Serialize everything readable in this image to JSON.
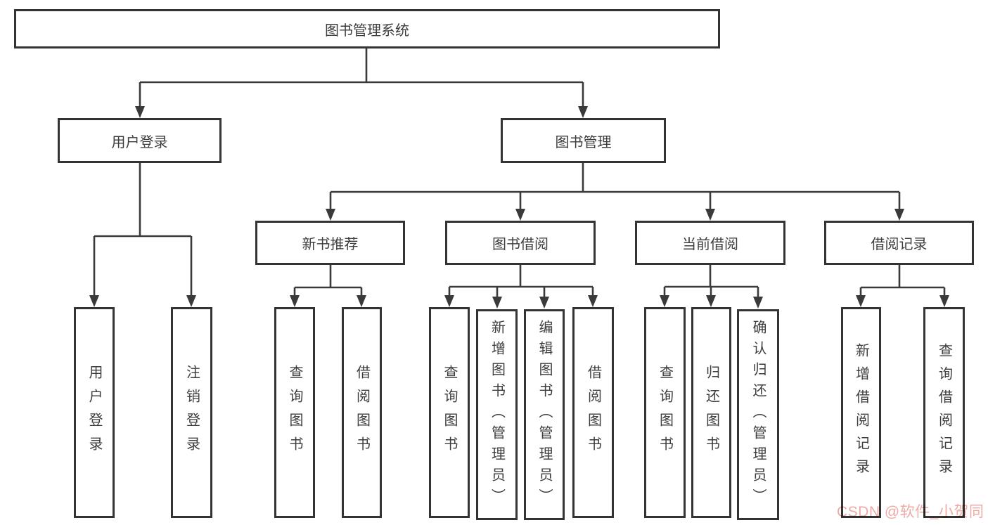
{
  "diagram_title": "图书管理系统",
  "nodes": {
    "root": "图书管理系统",
    "user_login": "用户登录",
    "book_mgmt": "图书管理",
    "new_book_rec": "新书推荐",
    "book_borrow": "图书借阅",
    "current_borrow": "当前借阅",
    "borrow_records": "借阅记录",
    "v_user_login": "用户登录",
    "v_logout": "注销登录",
    "v_query_book_1": "查询图书",
    "v_borrow_book_1": "借阅图书",
    "v_query_book_2": "查询图书",
    "v_add_book": "新增图书（管理员）",
    "v_edit_book": "编辑图书（管理员）",
    "v_borrow_book_2": "借阅图书",
    "v_query_book_3": "查询图书",
    "v_return_book": "归还图书",
    "v_confirm_return": "确认归还（管理员）",
    "v_add_record": "新增借阅记录",
    "v_query_record": "查询借阅记录"
  },
  "watermark": "CSDN @软件_小贺同学",
  "colors": {
    "line": "#3a3a3a",
    "border": "#333333",
    "text": "#3d3d3d",
    "watermark": "#eeaaa5",
    "background": "#ffffff"
  }
}
